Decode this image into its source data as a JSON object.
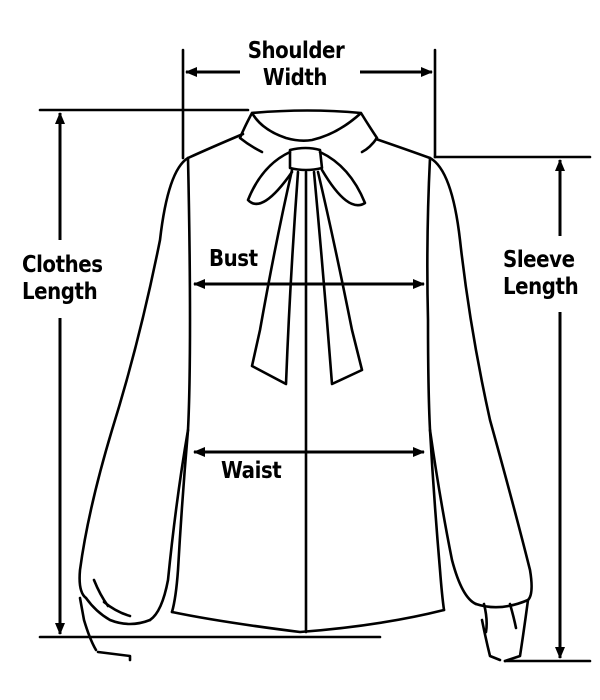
{
  "labels": {
    "shoulder_width": [
      "Shoulder",
      "Width"
    ],
    "clothes_length": [
      "Clothes",
      "Length"
    ],
    "sleeve_length": [
      "Sleeve",
      "Length"
    ],
    "bust": "Bust",
    "waist": "Waist"
  },
  "colors": {
    "ink": "#000000",
    "background": "#ffffff"
  }
}
